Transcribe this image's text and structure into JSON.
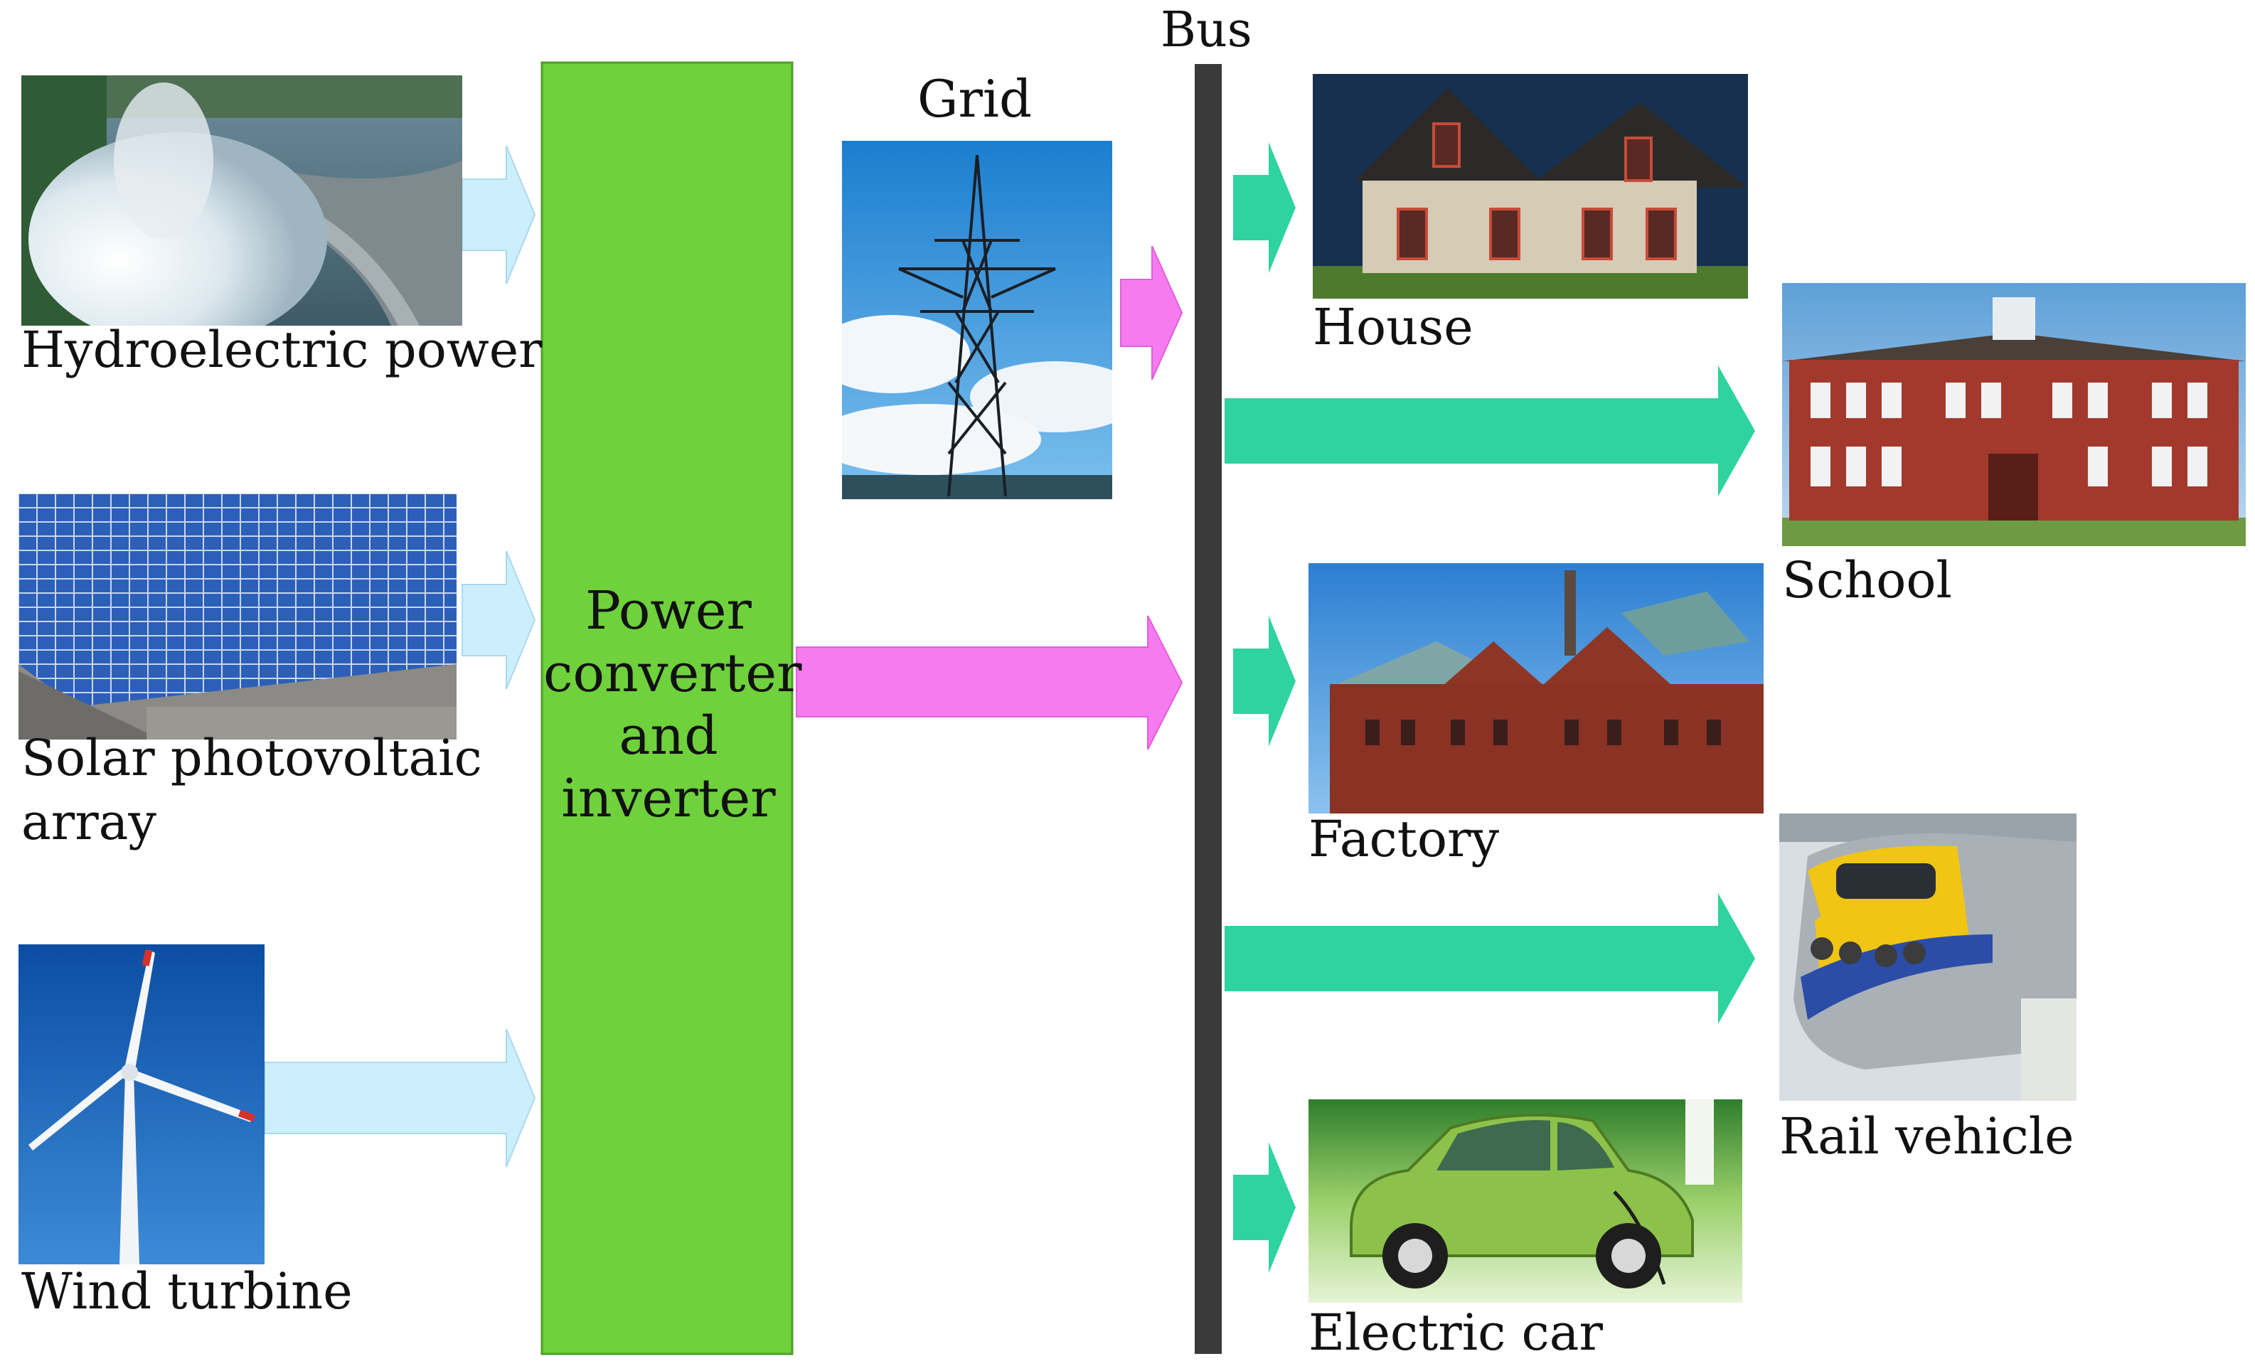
{
  "bus_label": "Bus",
  "grid_label": "Grid",
  "converter": {
    "lines": [
      "Power",
      "converter",
      "and",
      "inverter"
    ],
    "color": "#6FD13C"
  },
  "sources": {
    "hydro": "Hydroelectric power",
    "solar_line1": "Solar photovoltaic",
    "solar_line2": "array",
    "wind": "Wind turbine"
  },
  "loads": {
    "house": "House",
    "school": "School",
    "factory": "Factory",
    "rail": "Rail vehicle",
    "car": "Electric car"
  },
  "colors": {
    "source_arrow": "#CDEFFD",
    "grid_arrow": "#F77BF0",
    "load_arrow": "#2ED3A0",
    "bus": "#3A3A3A"
  }
}
